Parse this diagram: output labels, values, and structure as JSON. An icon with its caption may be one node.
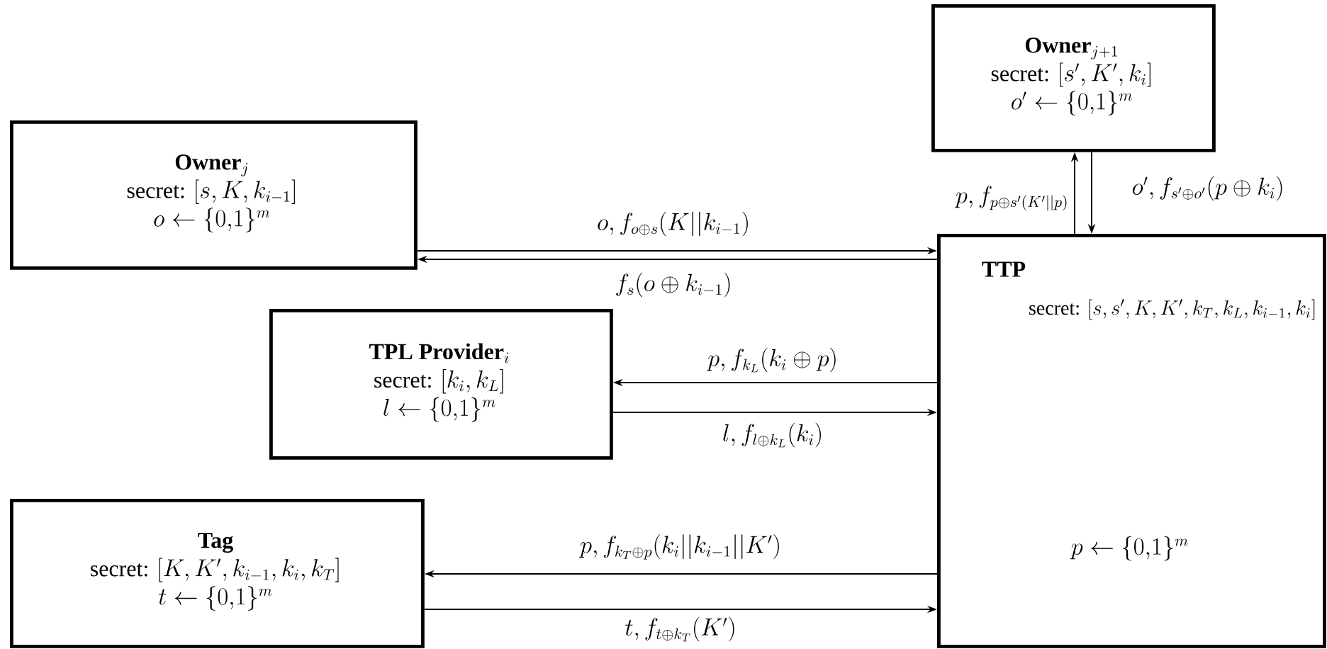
{
  "diagram": {
    "nodes": [
      {
        "text": [
          "\\textbf{Owner}_{j}",
          "\\text{secret: }[s, K, k_{i-1}]",
          "o \\leftarrow \\{0{,}1\\}^m"
        ]
      },
      {
        "text": [
          "\\textbf{Owner}_{j+1}",
          "\\text{secret: }[s', K', k_{i}]",
          "o' \\leftarrow \\{0{,}1\\}^m"
        ]
      },
      {
        "text": [
          "\\textbf{TTP}",
          "\\text{secret: }[s, s', K, K', k_T, k_L, k_{i-1}, k_i]",
          "p \\leftarrow \\{0{,}1\\}^m"
        ]
      },
      {
        "text": [
          "\\textbf{TPL Provider}_{i}",
          "\\text{secret: }[k_i, k_L]",
          "l \\leftarrow \\{0{,}1\\}^m"
        ]
      },
      {
        "text": [
          "\\textbf{Tag}",
          "\\text{secret: }[K, K', k_{i-1}, k_i, k_T]",
          "t \\leftarrow \\{0{,}1\\}^m"
        ]
      }
    ],
    "edges": [
      {
        "from": 0,
        "to": 2,
        "arrow": "to",
        "label": "o, f_{o\\oplus s}(K||k_{i-1})"
      },
      {
        "from": 2,
        "to": 0,
        "arrow": "to",
        "label": "f_s(o\\oplus k_{i-1})"
      },
      {
        "from": 2,
        "to": 1,
        "arrow": "to",
        "label": "p, f_{p\\oplus s'(K'||p)}"
      },
      {
        "from": 1,
        "to": 2,
        "arrow": "to",
        "label": "o', f_{s'\\oplus o'}(p\\oplus k_i)"
      },
      {
        "from": 2,
        "to": 3,
        "arrow": "to",
        "label": "p, f_{k_L}(k_i\\oplus p)"
      },
      {
        "from": 3,
        "to": 2,
        "arrow": "to",
        "label": "l, f_{l\\oplus k_L}(k_i)"
      },
      {
        "from": 2,
        "to": 4,
        "arrow": "to",
        "label": "p, f_{k_T\\oplus p}(k_i||k_{i-1}||K')"
      },
      {
        "from": 4,
        "to": 2,
        "arrow": "to",
        "label": "t, f_{t\\oplus k_T}(K')"
      }
    ]
  }
}
